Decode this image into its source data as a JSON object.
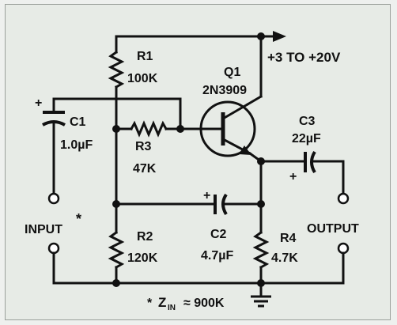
{
  "schematic": {
    "supply_label": "+3 TO +20V",
    "q1": {
      "ref": "Q1",
      "part": "2N3909"
    },
    "r1": {
      "ref": "R1",
      "value": "100K"
    },
    "r2": {
      "ref": "R2",
      "value": "120K"
    },
    "r3": {
      "ref": "R3",
      "value": "47K"
    },
    "r4": {
      "ref": "R4",
      "value": "4.7K"
    },
    "c1": {
      "ref": "C1",
      "value": "1.0µF",
      "polarity": "+"
    },
    "c2": {
      "ref": "C2",
      "value": "4.7µF",
      "polarity": "+"
    },
    "c3": {
      "ref": "C3",
      "value": "22µF",
      "polarity": "+"
    },
    "input_label": "INPUT",
    "input_marker": "*",
    "output_label": "OUTPUT",
    "footnote": {
      "star": "*",
      "z": "Z",
      "sub": "IN",
      "approx": "≈ 900K"
    }
  }
}
